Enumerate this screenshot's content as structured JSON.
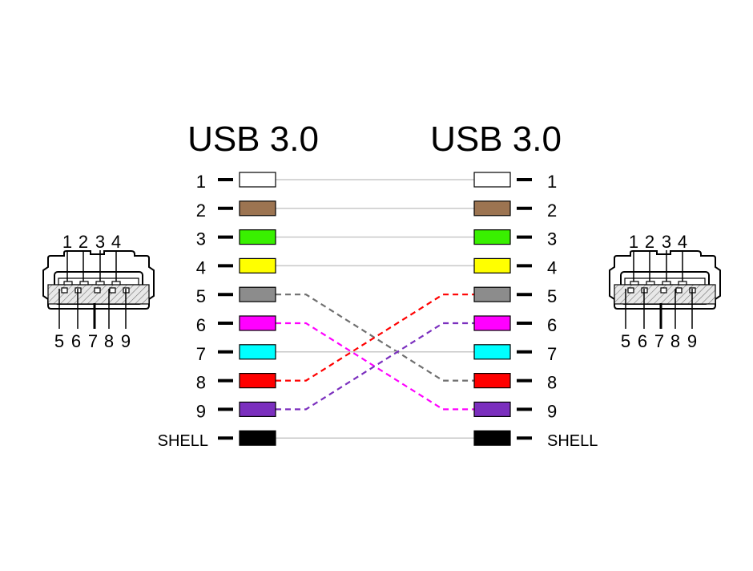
{
  "titles": {
    "left": "USB 3.0",
    "right": "USB 3.0"
  },
  "pins": [
    {
      "label": "1",
      "color": "#ffffff",
      "right_pin": "1"
    },
    {
      "label": "2",
      "color": "#9c7451",
      "right_pin": "2"
    },
    {
      "label": "3",
      "color": "#39f000",
      "right_pin": "3"
    },
    {
      "label": "4",
      "color": "#ffff00",
      "right_pin": "4"
    },
    {
      "label": "5",
      "color": "#8c8c8c",
      "right_pin": "8"
    },
    {
      "label": "6",
      "color": "#ff00ff",
      "right_pin": "9"
    },
    {
      "label": "7",
      "color": "#00ffff",
      "right_pin": "7"
    },
    {
      "label": "8",
      "color": "#ff0000",
      "right_pin": "5"
    },
    {
      "label": "9",
      "color": "#7b2fbe",
      "right_pin": "6"
    },
    {
      "label": "SHELL",
      "color": "#000000",
      "right_pin": "SHELL"
    }
  ],
  "connectors": {
    "top_labels": [
      "1",
      "2",
      "3",
      "4"
    ],
    "bottom_labels": [
      "5",
      "6",
      "7",
      "8",
      "9"
    ]
  }
}
